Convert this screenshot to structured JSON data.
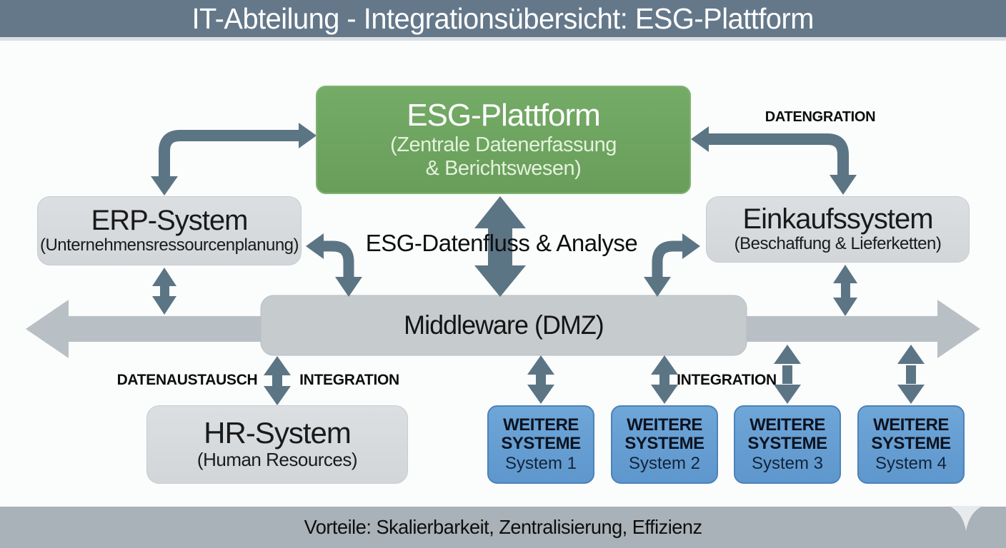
{
  "title_bar": {
    "title": "IT-Abteilung - Integrationsübersicht: ESG-Plattform"
  },
  "colors": {
    "header_bg": "#64788a",
    "esg_green": "#6da55f",
    "box_gray": "#d6d9dc",
    "arrow_slate": "#5c7585",
    "middleware_gray": "#bcc2c7",
    "system_blue": "#68a1d5",
    "footer_bg": "#a9b2b8"
  },
  "esg_platform": {
    "title": "ESG-Plattform",
    "subtitle_lines": [
      "(Zentrale Datenerfassung",
      "& Berichtswesen)"
    ]
  },
  "erp_system": {
    "title": "ERP-System",
    "subtitle": "(Unternehmensressourcenplanung)"
  },
  "einkaufssystem": {
    "title": "Einkaufssystem",
    "subtitle": "(Beschaffung & Lieferketten)"
  },
  "hr_system": {
    "title": "HR-System",
    "subtitle": "(Human Resources)"
  },
  "middleware": {
    "label": "Middleware (DMZ)"
  },
  "labels": {
    "datengration": "DATENGRATION",
    "esg_datenfluss": "ESG-Datenfluss & Analyse",
    "datenaustausch": "DATENAUSTAUSCH",
    "integration_left": "INTEGRATION",
    "integration_right": "INTEGRATION"
  },
  "weitere_systeme": [
    {
      "heading_line1": "WEITERE",
      "heading_line2": "SYSTEME",
      "label": "System 1"
    },
    {
      "heading_line1": "WEITERE",
      "heading_line2": "SYSTEME",
      "label": "System 2"
    },
    {
      "heading_line1": "WEITERE",
      "heading_line2": "SYSTEME",
      "label": "System 3"
    },
    {
      "heading_line1": "WEITERE",
      "heading_line2": "SYSTEME",
      "label": "System 4"
    }
  ],
  "footer": {
    "text": "Vorteile: Skalierbarkeit, Zentralisierung, Effizienz"
  }
}
